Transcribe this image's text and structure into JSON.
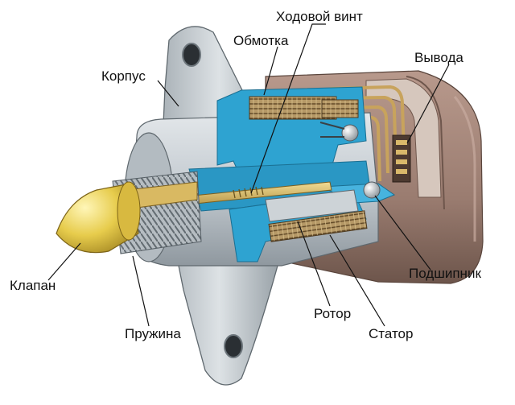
{
  "labels": {
    "korpus": "Корпус",
    "obmotka": "Обмотка",
    "khodovoy_vint": "Ходовой винт",
    "vyvoda": "Вывода",
    "klapan": "Клапан",
    "pruzhina": "Пружина",
    "rotor": "Ротор",
    "stator": "Статор",
    "podshipnik": "Подшипник"
  },
  "colors": {
    "housing": "#c9cfd4",
    "housing_dark": "#8e979e",
    "cutaway": "#2ea3d1",
    "rear_cover": "#9c8074",
    "rear_cover_dark": "#6f564c",
    "winding": "#b89a6a",
    "valve": "#e2c74a",
    "shaft": "#d4b25a",
    "wire": "#c8a35c"
  }
}
